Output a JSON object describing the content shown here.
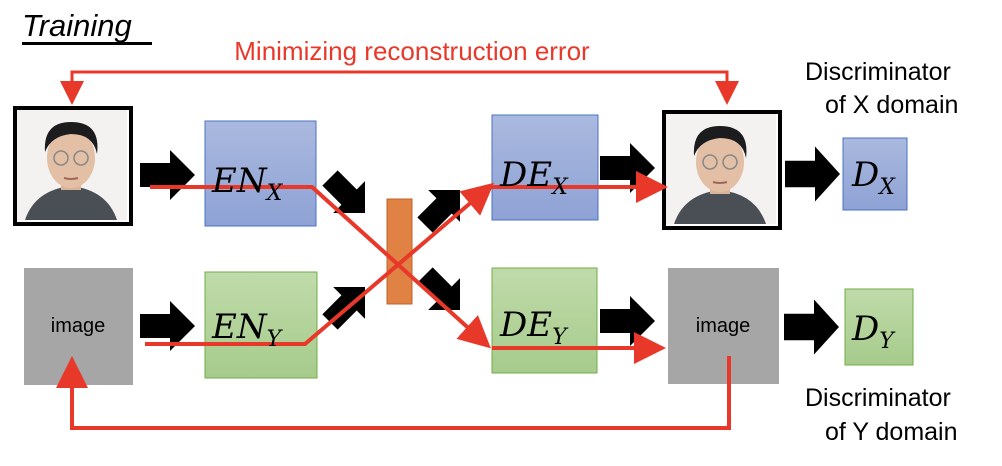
{
  "title": "Training",
  "loss_label": "Minimizing reconstruction error",
  "encoder_x": {
    "main": "EN",
    "sub": "X"
  },
  "encoder_y": {
    "main": "EN",
    "sub": "Y"
  },
  "decoder_x": {
    "main": "DE",
    "sub": "X"
  },
  "decoder_y": {
    "main": "DE",
    "sub": "Y"
  },
  "disc_x": {
    "main": "D",
    "sub": "X"
  },
  "disc_y": {
    "main": "D",
    "sub": "Y"
  },
  "image_input_y": "image",
  "image_output_y": "image",
  "disc_x_caption": {
    "line1": "Discriminator",
    "line2": "of X domain"
  },
  "disc_y_caption": {
    "line1": "Discriminator",
    "line2": "of Y domain"
  },
  "colors": {
    "red": "#e8382a",
    "blue_box": "#9fb0dc",
    "green_box": "#b4d39c",
    "orange": "#e08243",
    "gray": "#a6a6a6"
  }
}
